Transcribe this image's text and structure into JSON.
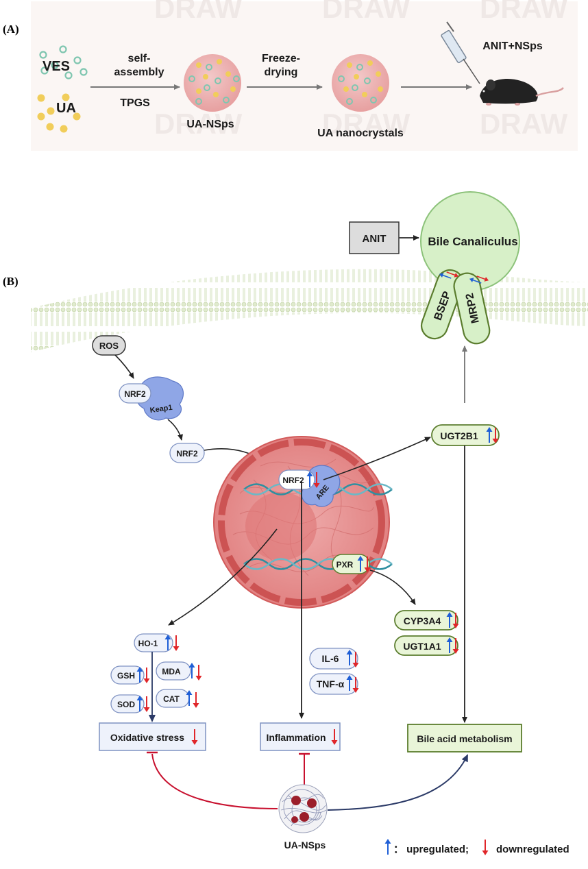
{
  "panel_a": {
    "label": "(A)",
    "ves_label": "VES",
    "ua_label": "UA",
    "step1_top": "self-",
    "step1_mid": "assembly",
    "step1_bottom": "TPGS",
    "particle1_label": "UA-NSps",
    "step2_top": "Freeze-",
    "step2_bottom": "drying",
    "particle2_label": "UA nanocrystals",
    "mouse_label": "ANIT+NSps",
    "watermark": "DRAW"
  },
  "panel_b": {
    "label": "(B)",
    "anit_box": "ANIT",
    "bile_canaliculus": "Bile Canaliculus",
    "bsep": "BSEP",
    "mrp2": "MRP2",
    "ros": "ROS",
    "nrf2_complex": "NRF2",
    "keap1": "Keap1",
    "nrf2_free": "NRF2",
    "nrf2_nucleus": "NRF2",
    "are": "ARE",
    "pxr": "PXR",
    "ugt2b1": "UGT2B1",
    "cyp3a4": "CYP3A4",
    "ugt1a1": "UGT1A1",
    "ho1": "HO-1",
    "gsh": "GSH",
    "mda": "MDA",
    "sod": "SOD",
    "cat": "CAT",
    "il6": "IL-6",
    "tnfa": "TNF-α",
    "oxidative_stress": "Oxidative stress",
    "inflammation": "Inflammation",
    "bile_acid_metabolism": "Bile acid metabolism",
    "ua_nsps": "UA-NSps",
    "legend_up": "： upregulated;",
    "legend_down": "downregulated"
  },
  "colors": {
    "up_arrow": "#1f5fd6",
    "down_arrow": "#e0262a",
    "inhibit_line": "#c8102e",
    "promote_line": "#2b3a67",
    "nucleus": "#e88a8a",
    "canaliculus": "#d7f0c8",
    "box_green": "#e9f5d8",
    "box_blue": "#eef2fb"
  }
}
